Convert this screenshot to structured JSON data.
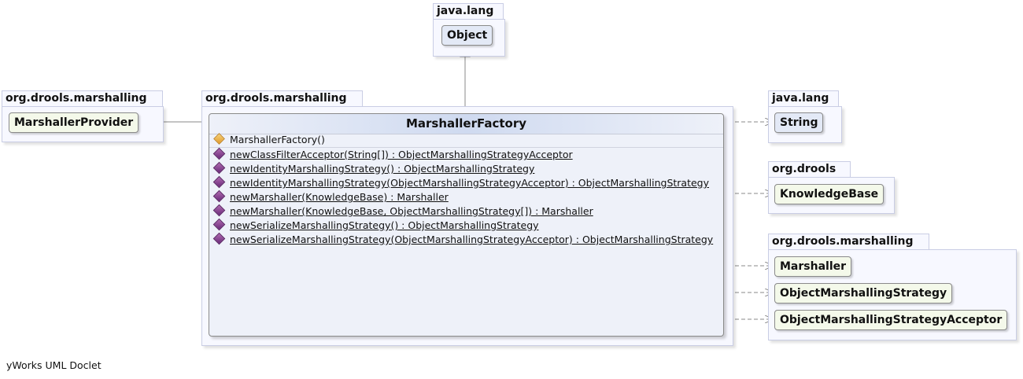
{
  "packages": {
    "java_lang_top": "java.lang",
    "drools_marshalling_left": "org.drools.marshalling",
    "drools_marshalling_main": "org.drools.marshalling",
    "java_lang_right": "java.lang",
    "org_drools": "org.drools",
    "drools_marshalling_right": "org.drools.marshalling"
  },
  "classes": {
    "object": "Object",
    "marshaller_provider": "MarshallerProvider",
    "string": "String",
    "knowledge_base": "KnowledgeBase",
    "marshaller": "Marshaller",
    "object_marshalling_strategy": "ObjectMarshallingStrategy",
    "object_marshalling_strategy_acceptor": "ObjectMarshallingStrategyAcceptor"
  },
  "main_class": {
    "name": "MarshallerFactory",
    "constructor": "MarshallerFactory()",
    "methods": [
      "newClassFilterAcceptor(String[]) : ObjectMarshallingStrategyAcceptor",
      "newIdentityMarshallingStrategy() : ObjectMarshallingStrategy",
      "newIdentityMarshallingStrategy(ObjectMarshallingStrategyAcceptor) : ObjectMarshallingStrategy",
      "newMarshaller(KnowledgeBase) : Marshaller",
      "newMarshaller(KnowledgeBase, ObjectMarshallingStrategy[]) : Marshaller",
      "newSerializeMarshallingStrategy() : ObjectMarshallingStrategy",
      "newSerializeMarshallingStrategy(ObjectMarshallingStrategyAcceptor) : ObjectMarshallingStrategy"
    ]
  },
  "footer": "yWorks UML Doclet"
}
